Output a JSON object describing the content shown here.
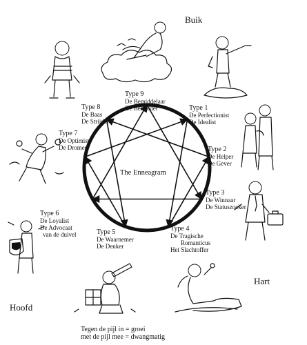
{
  "diagram": {
    "center_title": "The Enneagram",
    "zones": {
      "belly": "Buik",
      "heart": "Hart",
      "head": "Hoofd"
    },
    "types": [
      {
        "number": 9,
        "title": "Type 9",
        "lines": [
          "De Bemiddelaar",
          "De Behouder"
        ]
      },
      {
        "number": 1,
        "title": "Type 1",
        "lines": [
          "De Perfectionist",
          "De Idealist"
        ]
      },
      {
        "number": 2,
        "title": "Type 2",
        "lines": [
          "De Helper",
          "De Gever"
        ]
      },
      {
        "number": 3,
        "title": "Type 3",
        "lines": [
          "De Winnaar",
          "De Statuszoeker"
        ]
      },
      {
        "number": 4,
        "title": "Type 4",
        "lines": [
          "De Tragische",
          "Romanticus",
          "Het Slachtoffer"
        ]
      },
      {
        "number": 5,
        "title": "Type 5",
        "lines": [
          "De Waarnemer",
          "De Denker"
        ]
      },
      {
        "number": 6,
        "title": "Type 6",
        "lines": [
          "De Loyalist",
          "De Advocaat",
          "van de duivel"
        ]
      },
      {
        "number": 7,
        "title": "Type 7",
        "lines": [
          "De Optimist",
          "De Dromer"
        ]
      },
      {
        "number": 8,
        "title": "Type 8",
        "lines": [
          "De Baas",
          "De Strijder"
        ]
      }
    ],
    "footer": [
      "Tegen de pijl in = groei",
      "met de pijl mee = dwangmatig"
    ]
  }
}
